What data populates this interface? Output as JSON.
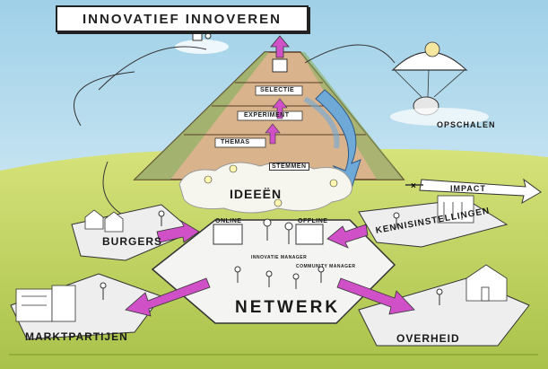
{
  "title": "INNOVATIEF INNOVEREN",
  "pyramid": {
    "top": "SELECTIE",
    "middle": "EXPERIMENT",
    "bottom": "THEMAS",
    "base_label": "STEMMEN"
  },
  "labels": {
    "ideas": "IDEEËN",
    "impact": "IMPACT",
    "scale_up": "OPSCHALEN",
    "network": "NETWERK"
  },
  "stakeholders": {
    "citizens": "BURGERS",
    "knowledge": "KENNISINSTELLINGEN",
    "market": "MARKTPARTIJEN",
    "government": "OVERHEID"
  },
  "center": {
    "online": "ONLINE",
    "offline": "OFFLINE",
    "innovation_manager": "INNOVATIE MANAGER",
    "community_manager": "COMMUNITY MANAGER"
  },
  "colors": {
    "sky": "#c9e6f2",
    "grass": "#c7d86a",
    "mountain": "#d9b38c",
    "arrow_magenta": "#d050c8",
    "arrow_blue": "#6ea9d8"
  }
}
